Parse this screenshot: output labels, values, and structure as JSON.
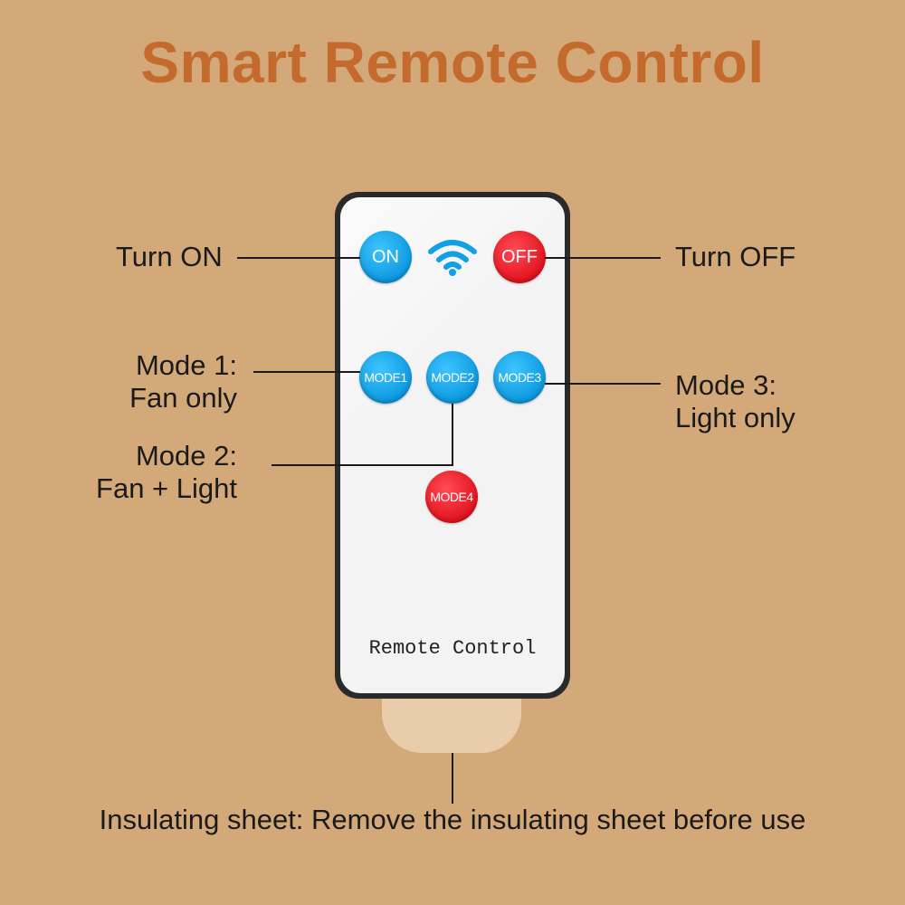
{
  "title": "Smart Remote Control",
  "labels": {
    "turn_on": "Turn ON",
    "turn_off": "Turn OFF",
    "mode1_line1": "Mode 1:",
    "mode1_line2": "Fan only",
    "mode2_line1": "Mode 2:",
    "mode2_line2": "Fan + Light",
    "mode3_line1": "Mode 3:",
    "mode3_line2": "Light only",
    "insulating_sheet": "Insulating sheet: Remove the insulating sheet before use"
  },
  "remote": {
    "buttons": {
      "on": "ON",
      "off": "OFF",
      "mode1": "MODE1",
      "mode2": "MODE2",
      "mode3": "MODE3",
      "mode4": "MODE4"
    },
    "body_text": "Remote Control",
    "signal_icon": "wifi-icon"
  },
  "colors": {
    "background": "#d4a97a",
    "title": "#c46a2c",
    "blue_button": "#0e99df",
    "red_button": "#e3141f",
    "remote_body": "#2a2a2a",
    "remote_face": "#f3f3f3",
    "insulating_sheet": "#e9ccaa"
  }
}
